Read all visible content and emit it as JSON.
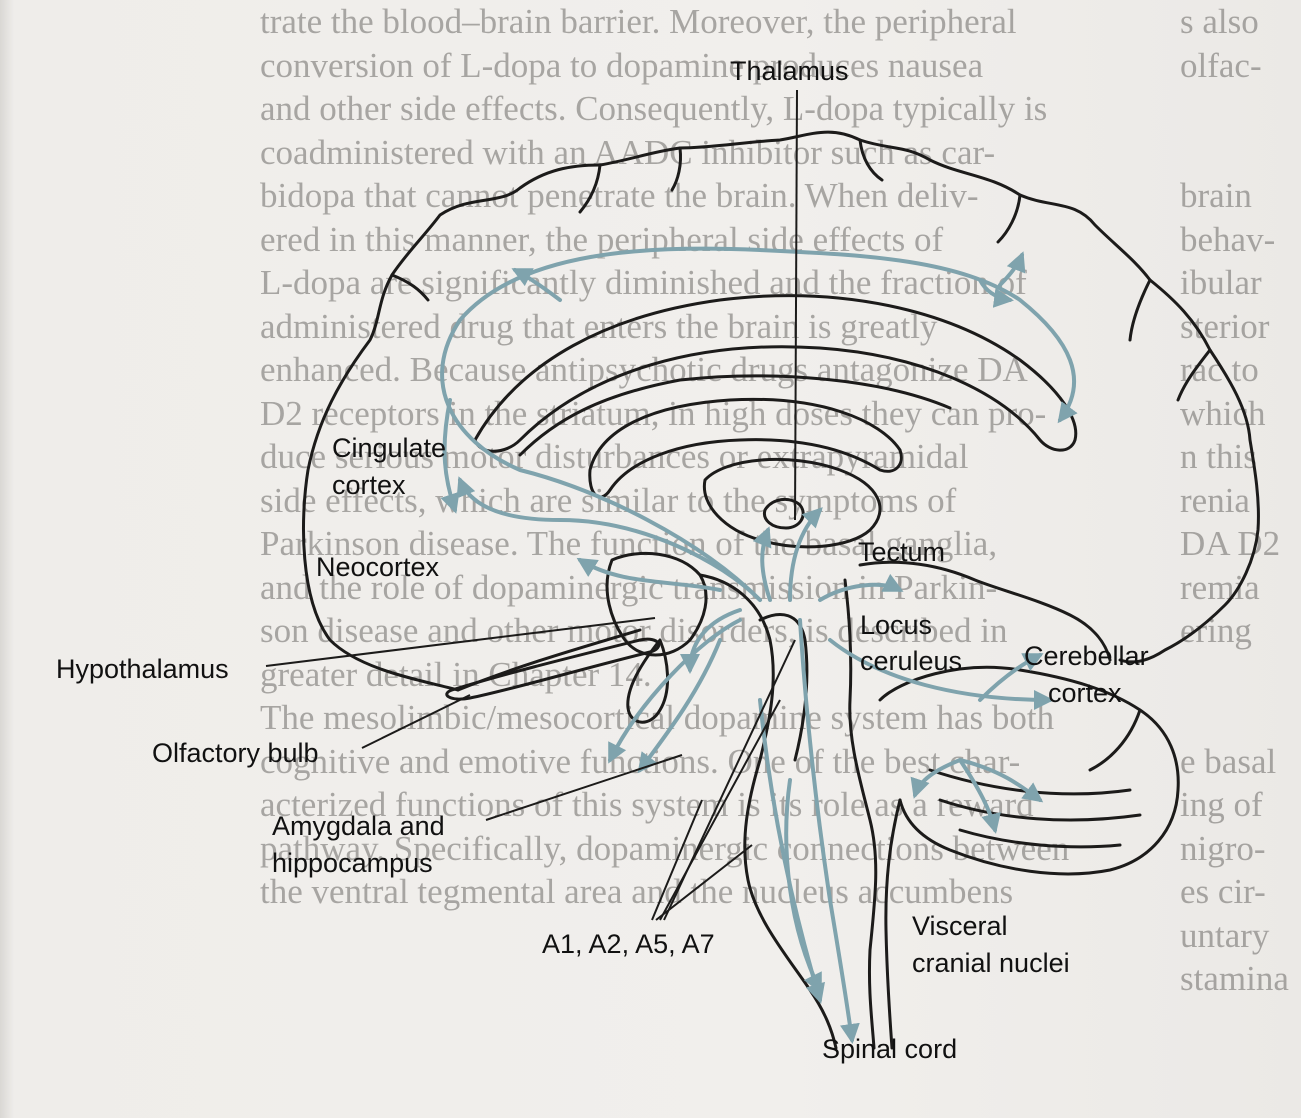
{
  "diagram": {
    "labels": {
      "thalamus": "Thalamus",
      "cingulate_1": "Cingulate",
      "cingulate_2": "cortex",
      "neocortex": "Neocortex",
      "tectum": "Tectum",
      "locus_1": "Locus",
      "locus_2": "ceruleus",
      "cerebellar_1": "Cerebellar",
      "cerebellar_2": "cortex",
      "hypothalamus": "Hypothalamus",
      "olfactory": "Olfactory bulb",
      "amygdala_1": "Amygdala and",
      "amygdala_2": "hippocampus",
      "a_groups": "A1, A2, A5, A7",
      "visceral_1": "Visceral",
      "visceral_2": "cranial nuclei",
      "spinal": "Spinal cord"
    },
    "colors": {
      "outline": "#1c1b1a",
      "pathway": "#7fa3ad",
      "background_text": "#6c6a67"
    }
  },
  "background_text": {
    "left_column": [
      "trate the blood–brain barrier. Moreover, the peripheral",
      "conversion of L-dopa to dopamine produces nausea",
      "and other side effects. Consequently, L-dopa typically is",
      "coadministered with an AADC inhibitor such as car-",
      "bidopa that cannot penetrate the brain. When deliv-",
      "ered in this manner, the peripheral side effects of",
      "L-dopa are significantly diminished and the fraction of",
      "administered drug that enters the brain is greatly",
      "enhanced. Because antipsychotic drugs antagonize DA",
      "D2 receptors in the striatum, in high doses they can pro-",
      "duce serious motor disturbances or extrapyramidal",
      "side effects, which are similar to the symptoms of",
      "Parkinson disease. The function of the basal ganglia,",
      "and the role of dopaminergic transmission in Parkin-",
      "son disease and other motor disorders, is described in",
      "greater detail in Chapter 14.",
      "The mesolimbic/mesocortical dopamine system has both",
      "cognitive and emotive functions. One of the best char-",
      "acterized functions of this system is its role as a reward",
      "pathway. Specifically, dopaminergic connections between",
      "the ventral tegmental area and the nucleus accumbens"
    ],
    "right_column": [
      "s also",
      "olfac-",
      "",
      "",
      "brain",
      "behav-",
      "ibular",
      "sterior",
      "rac to",
      "which",
      "n this",
      "renia",
      "DA D2",
      "remia",
      "ering",
      "",
      "",
      "e basal",
      "ing of",
      "nigro-",
      "es cir-",
      "untary",
      "stamina"
    ]
  }
}
